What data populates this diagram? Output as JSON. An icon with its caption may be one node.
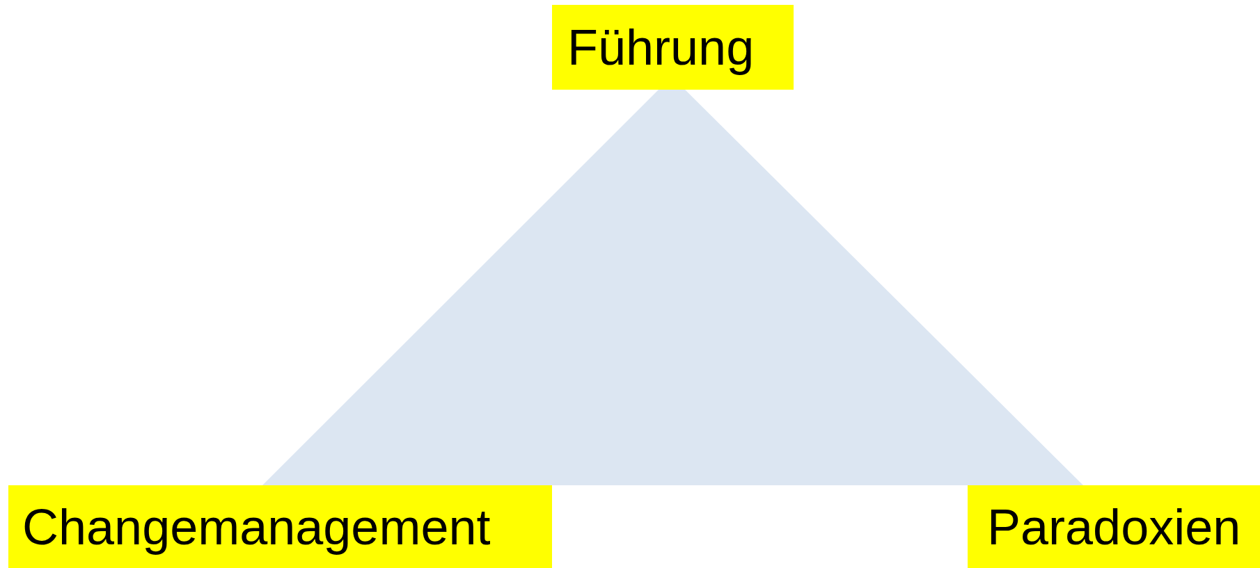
{
  "diagram": {
    "nodes": [
      {
        "text": [
          "Führung"
        ]
      },
      {
        "text": [
          "Changemanagement"
        ]
      },
      {
        "text": [
          "Paradoxien"
        ]
      }
    ]
  }
}
